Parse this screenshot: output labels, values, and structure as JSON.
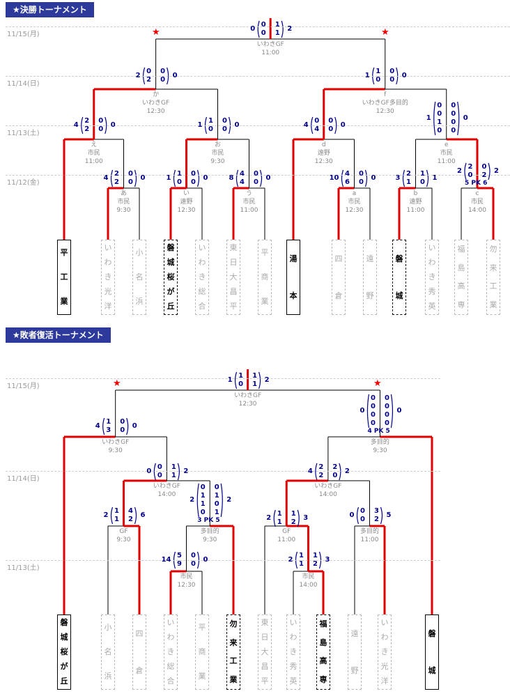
{
  "sections": {
    "main": "★決勝トーナメント",
    "repechage": "★敗者復活トーナメント"
  },
  "dates": {
    "d1115": "11/15(月)",
    "d1114": "11/14(日)",
    "d1113": "11/13(土)",
    "d1112": "11/12(金)"
  },
  "star": "★",
  "colors": {
    "win": "#e00000",
    "lose": "#000000",
    "header": "#2d3a9b",
    "score": "#00008b"
  },
  "main": {
    "teams": [
      {
        "name": "平工業",
        "state": "win"
      },
      {
        "name": "いわき光洋",
        "state": "lost"
      },
      {
        "name": "小名浜",
        "state": "lost"
      },
      {
        "name": "磐城桜が丘",
        "state": "adv"
      },
      {
        "name": "いわき総合",
        "state": "lost"
      },
      {
        "name": "東日大昌平",
        "state": "lost"
      },
      {
        "name": "平商業",
        "state": "lost"
      },
      {
        "name": "湯本",
        "state": "win"
      },
      {
        "name": "四倉",
        "state": "lost"
      },
      {
        "name": "遠野",
        "state": "lost"
      },
      {
        "name": "磐城",
        "state": "adv"
      },
      {
        "name": "いわき秀英",
        "state": "lost"
      },
      {
        "name": "福島高専",
        "state": "lost"
      },
      {
        "name": "勿来工業",
        "state": "lost"
      }
    ],
    "matches": [
      {
        "code": "あ",
        "venue": "市民",
        "time": "9:30"
      },
      {
        "code": "い",
        "venue": "遠野",
        "time": "12:30"
      },
      {
        "code": "う",
        "venue": "市民",
        "time": "11:00"
      },
      {
        "code": "a",
        "venue": "市民",
        "time": "12:30"
      },
      {
        "code": "b",
        "venue": "遠野",
        "time": "11:00"
      },
      {
        "code": "c",
        "venue": "市民",
        "time": "14:00"
      },
      {
        "code": "え",
        "venue": "市民",
        "time": "11:00"
      },
      {
        "code": "お",
        "venue": "市民",
        "time": "9:30"
      },
      {
        "code": "d",
        "venue": "遠野",
        "time": "12:30"
      },
      {
        "code": "e",
        "venue": "市民",
        "time": "11:00"
      },
      {
        "code": "か",
        "venue": "いわきGF",
        "time": "12:30"
      },
      {
        "code": "f",
        "venue": "いわきGF多目的",
        "time": "12:30"
      },
      {
        "code": "",
        "venue": "いわきGF",
        "time": "11:00"
      }
    ],
    "scores": [
      {
        "lt": "4",
        "rt": "0",
        "l": [
          "2",
          "2"
        ],
        "r": [
          "0",
          "0"
        ]
      },
      {
        "lt": "1",
        "rt": "0",
        "l": [
          "1",
          "0"
        ],
        "r": [
          "0",
          "0"
        ]
      },
      {
        "lt": "8",
        "rt": "0",
        "l": [
          "4",
          "4"
        ],
        "r": [
          "0",
          "0"
        ]
      },
      {
        "lt": "10",
        "rt": "0",
        "l": [
          "4",
          "6"
        ],
        "r": [
          "0",
          "0"
        ]
      },
      {
        "lt": "3",
        "rt": "1",
        "l": [
          "2",
          "1"
        ],
        "r": [
          "1",
          "0"
        ]
      },
      {
        "lt": "2",
        "rt": "2",
        "l": [
          "2",
          "0"
        ],
        "r": [
          "0",
          "2"
        ],
        "pk": "5 PK 6"
      },
      {
        "lt": "4",
        "rt": "0",
        "l": [
          "2",
          "2"
        ],
        "r": [
          "0",
          "0"
        ]
      },
      {
        "lt": "1",
        "rt": "0",
        "l": [
          "1",
          "0"
        ],
        "r": [
          "0",
          "0"
        ]
      },
      {
        "lt": "4",
        "rt": "0",
        "l": [
          "0",
          "4"
        ],
        "r": [
          "0",
          "0"
        ]
      },
      {
        "lt": "1",
        "rt": "0",
        "l": [
          "0",
          "0",
          "1",
          "0"
        ],
        "r": [
          "0",
          "0",
          "0",
          "0"
        ]
      },
      {
        "lt": "2",
        "rt": "0",
        "l": [
          "0",
          "2"
        ],
        "r": [
          "0",
          "0"
        ]
      },
      {
        "lt": "1",
        "rt": "0",
        "l": [
          "1",
          "0"
        ],
        "r": [
          "0",
          "0"
        ]
      },
      {
        "lt": "0",
        "rt": "2",
        "l": [
          "0",
          "0"
        ],
        "r": [
          "1",
          "1"
        ]
      }
    ]
  },
  "rep": {
    "teams": [
      {
        "name": "磐城桜が丘",
        "state": "win"
      },
      {
        "name": "小名浜",
        "state": "lost"
      },
      {
        "name": "四倉",
        "state": "lost"
      },
      {
        "name": "いわき総合",
        "state": "lost"
      },
      {
        "name": "平商業",
        "state": "lost"
      },
      {
        "name": "勿来工業",
        "state": "adv"
      },
      {
        "name": "東日大昌平",
        "state": "lost"
      },
      {
        "name": "いわき秀英",
        "state": "lost"
      },
      {
        "name": "福島高専",
        "state": "adv"
      },
      {
        "name": "遠野",
        "state": "lost"
      },
      {
        "name": "いわき光洋",
        "state": "lost"
      },
      {
        "name": "磐城",
        "state": "win"
      }
    ],
    "matches": [
      {
        "venue": "市民",
        "time": "12:30"
      },
      {
        "venue": "市民",
        "time": "14:00"
      },
      {
        "venue": "GF",
        "time": "9:30"
      },
      {
        "venue": "多目的",
        "time": "9:30"
      },
      {
        "venue": "GF",
        "time": "11:00"
      },
      {
        "venue": "多目的",
        "time": "11:00"
      },
      {
        "venue": "いわきGF",
        "time": "14:00"
      },
      {
        "venue": "いわきGF",
        "time": "14:00"
      },
      {
        "venue": "いわきGF",
        "time": "9:30"
      },
      {
        "venue": "多目的",
        "time": "9:30"
      },
      {
        "venue": "いわきGF",
        "time": "12:30"
      }
    ],
    "scores": [
      {
        "lt": "14",
        "rt": "0",
        "l": [
          "5",
          "9"
        ],
        "r": [
          "0",
          "0"
        ]
      },
      {
        "lt": "2",
        "rt": "3",
        "l": [
          "1",
          "1"
        ],
        "r": [
          "1",
          "2"
        ]
      },
      {
        "lt": "2",
        "rt": "6",
        "l": [
          "1",
          "1"
        ],
        "r": [
          "4",
          "2"
        ]
      },
      {
        "lt": "2",
        "rt": "2",
        "l": [
          "0",
          "1",
          "1",
          "0"
        ],
        "r": [
          "0",
          "1",
          "0",
          "1"
        ],
        "pk": "3 PK 5"
      },
      {
        "lt": "2",
        "rt": "3",
        "l": [
          "1",
          "1"
        ],
        "r": [
          "1",
          "2"
        ]
      },
      {
        "lt": "0",
        "rt": "5",
        "l": [
          "0",
          "0"
        ],
        "r": [
          "3",
          "2"
        ]
      },
      {
        "lt": "0",
        "rt": "2",
        "l": [
          "0",
          "0"
        ],
        "r": [
          "1",
          "1"
        ]
      },
      {
        "lt": "4",
        "rt": "2",
        "l": [
          "2",
          "2"
        ],
        "r": [
          "2",
          "0"
        ]
      },
      {
        "lt": "4",
        "rt": "0",
        "l": [
          "1",
          "3"
        ],
        "r": [
          "0",
          "0"
        ]
      },
      {
        "lt": "0",
        "rt": "0",
        "l": [
          "0",
          "0",
          "0",
          "0"
        ],
        "r": [
          "0",
          "0",
          "0",
          "0"
        ],
        "pk": "4 PK 5"
      },
      {
        "lt": "1",
        "rt": "2",
        "l": [
          "1",
          "0"
        ],
        "r": [
          "1",
          "1"
        ]
      }
    ]
  }
}
